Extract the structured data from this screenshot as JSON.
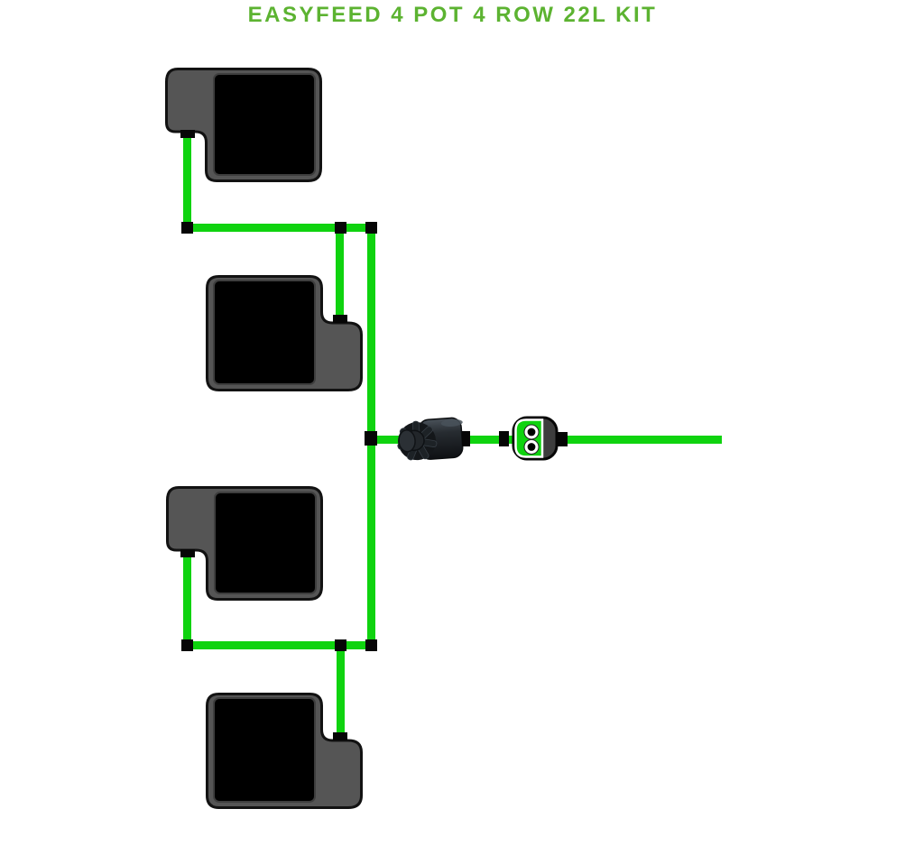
{
  "title": "EASYFEED 4 POT 4 ROW 22L KIT",
  "colors": {
    "title_green": "#5cb331",
    "tube_green": "#0fd30f",
    "tray_gray": "#555555",
    "tray_stroke": "#121212",
    "pot_black": "#000000",
    "pot_edge": "#3e3e3e",
    "connector_black": "#060606",
    "valve_body_gray": "#3d3d3d",
    "valve_port_white": "#ffffff",
    "background": "#ffffff"
  },
  "diagram": {
    "pot_count": 4,
    "row_count": 4,
    "pot_size_label": "22L",
    "pots": [
      {
        "id": "pot-1",
        "position": "top-left",
        "outlet": "bottom-left"
      },
      {
        "id": "pot-2",
        "position": "upper-middle",
        "outlet": "top-right"
      },
      {
        "id": "pot-3",
        "position": "lower-left",
        "outlet": "bottom-left"
      },
      {
        "id": "pot-4",
        "position": "bottom",
        "outlet": "top-right"
      }
    ],
    "components": {
      "pump": {
        "name": "inline-pump-filter",
        "style": "dark-cylinder-with-finned-cap"
      },
      "valve": {
        "name": "easyfeed-dual-port-valve",
        "ports": 2
      },
      "tubing": {
        "color_name": "green",
        "segments": 8
      },
      "connectors": {
        "count": 10
      },
      "pot_fittings": {
        "count": 4
      }
    }
  }
}
